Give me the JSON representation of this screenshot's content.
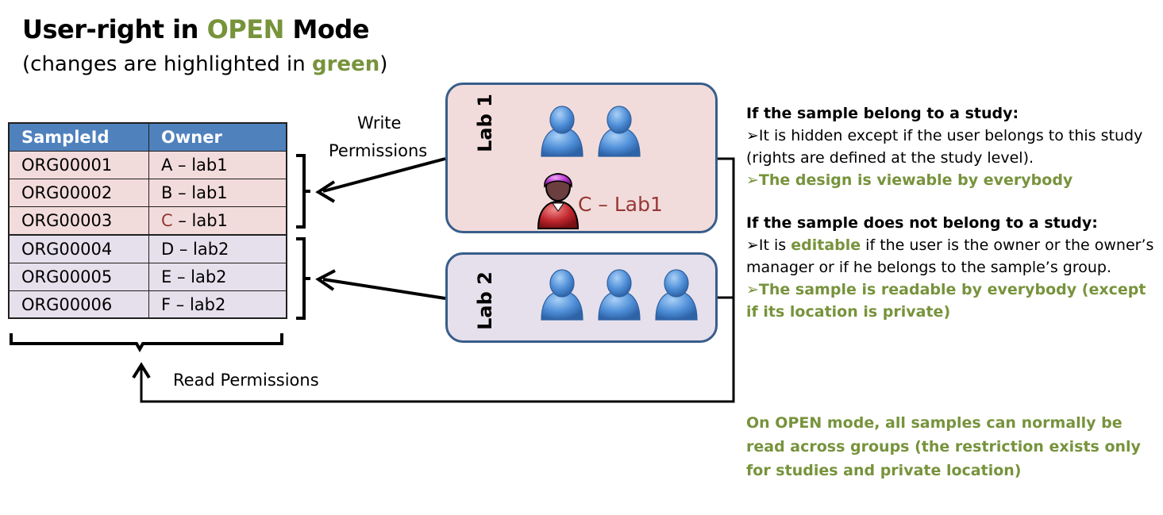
{
  "title": {
    "prefix": "User-right in ",
    "highlight": "OPEN",
    "suffix": " Mode"
  },
  "subtitle": {
    "prefix": "(changes are highlighted in ",
    "highlight": "green",
    "suffix": ")"
  },
  "table": {
    "headers": [
      "SampleId",
      "Owner"
    ],
    "rows": [
      {
        "id": "ORG00001",
        "owner_letter": "A",
        "owner_rest": " – lab1",
        "group": "lab1"
      },
      {
        "id": "ORG00002",
        "owner_letter": "B",
        "owner_rest": " – lab1",
        "group": "lab1"
      },
      {
        "id": "ORG00003",
        "owner_letter": "C",
        "owner_rest": " – lab1",
        "group": "lab1"
      },
      {
        "id": "ORG00004",
        "owner_letter": "D",
        "owner_rest": " – lab2",
        "group": "lab2"
      },
      {
        "id": "ORG00005",
        "owner_letter": "E",
        "owner_rest": " – lab2",
        "group": "lab2"
      },
      {
        "id": "ORG00006",
        "owner_letter": "F",
        "owner_rest": " – lab2",
        "group": "lab2"
      }
    ]
  },
  "labels": {
    "write_line1": "Write",
    "write_line2": "Permissions",
    "read": "Read Permissions",
    "lab1": "Lab 1",
    "lab2": "Lab 2",
    "c_lab1": "C – Lab1"
  },
  "description": {
    "study_heading": "If the sample belong to a study:",
    "study_bullet": "It is hidden except if the user belongs to this study (rights are defined at the study level).",
    "study_green": "The design is viewable by everybody",
    "nostudy_heading": "If the sample does not belong to a study:",
    "nostudy_bullet_a": "It is ",
    "nostudy_bullet_green": "editable",
    "nostudy_bullet_b": " if the user is the owner or the owner’s manager or if he belongs to the sample’s group.",
    "nostudy_green": "The sample is readable by everybody (except if its location is private)"
  },
  "footer_note": "On OPEN mode, all samples can normally be read across groups (the restriction exists only for studies and private location)",
  "colors": {
    "highlight_green": "#77933c",
    "header_blue": "#4f81bd",
    "lab1_fill": "#f2dcdb",
    "lab2_fill": "#e6e0ec",
    "box_border": "#385d8a",
    "user_blue": "#4f8fd8",
    "user_red": "#c0272d",
    "user_purple": "#b02fc9"
  }
}
